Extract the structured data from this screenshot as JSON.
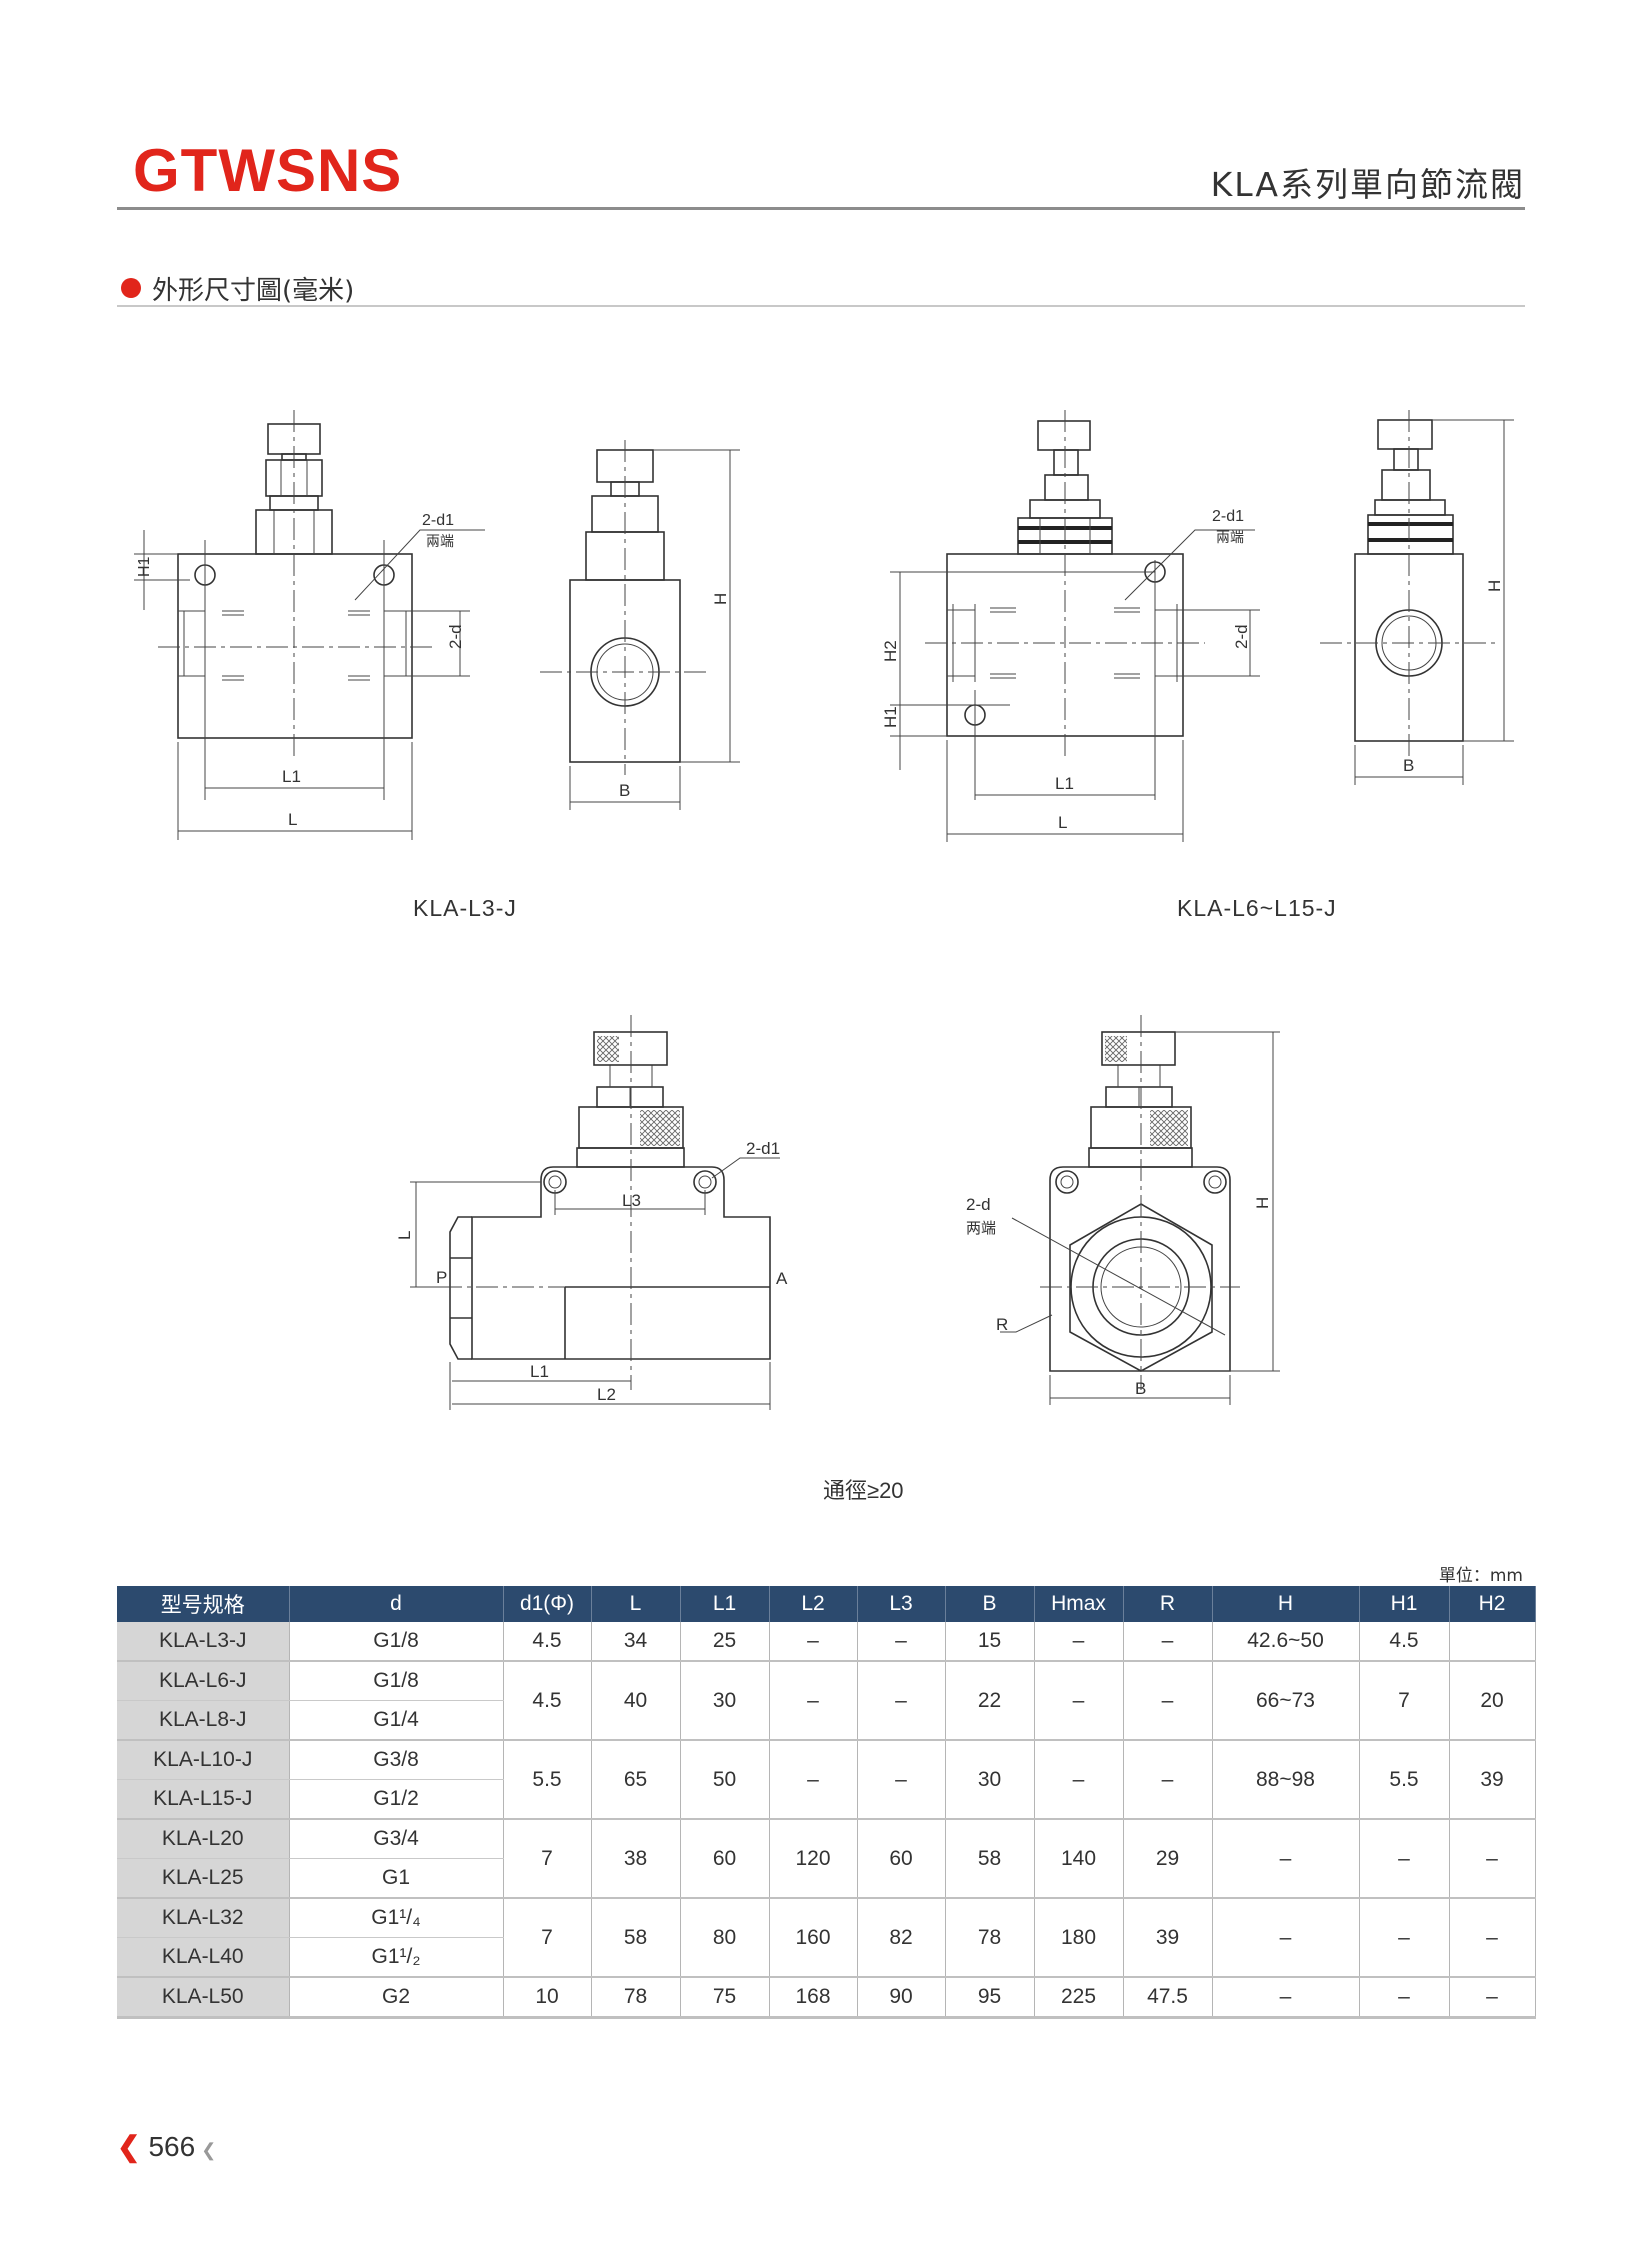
{
  "header": {
    "brand": "GTWSNS",
    "title": "KLA系列單向節流閥"
  },
  "section": {
    "title": "外形尺寸圖(毫米)"
  },
  "drawings": {
    "d1": {
      "caption": "KLA-L3-J",
      "labels": {
        "h1": "H1",
        "d1": "2-d1",
        "ends": "兩端",
        "d": "2-d",
        "l1": "L1",
        "l": "L",
        "h": "H",
        "b": "B"
      }
    },
    "d2": {
      "caption": "KLA-L6~L15-J",
      "labels": {
        "h1": "H1",
        "h2": "H2",
        "d1": "2-d1",
        "ends": "兩端",
        "d": "2-d",
        "l1": "L1",
        "l": "L",
        "h": "H",
        "b": "B"
      }
    },
    "d3": {
      "caption": "通徑≥20",
      "labels": {
        "d1": "2-d1",
        "l3": "L3",
        "l": "L",
        "p": "P",
        "a": "A",
        "l1": "L1",
        "l2": "L2",
        "d": "2-d",
        "ends": "两端",
        "r": "R",
        "h": "H",
        "b": "B"
      }
    }
  },
  "table": {
    "unit": "單位：mm",
    "headers": [
      "型号规格",
      "d",
      "d1(Φ)",
      "L",
      "L1",
      "L2",
      "L3",
      "B",
      "Hmax",
      "R",
      "H",
      "H1",
      "H2"
    ],
    "groups": [
      {
        "models": [
          [
            "KLA-L3-J",
            "G1/8"
          ]
        ],
        "values": [
          "4.5",
          "34",
          "25",
          "–",
          "–",
          "15",
          "–",
          "–",
          "42.6~50",
          "4.5",
          ""
        ]
      },
      {
        "models": [
          [
            "KLA-L6-J",
            "G1/8"
          ],
          [
            "KLA-L8-J",
            "G1/4"
          ]
        ],
        "values": [
          "4.5",
          "40",
          "30",
          "–",
          "–",
          "22",
          "–",
          "–",
          "66~73",
          "7",
          "20"
        ]
      },
      {
        "models": [
          [
            "KLA-L10-J",
            "G3/8"
          ],
          [
            "KLA-L15-J",
            "G1/2"
          ]
        ],
        "values": [
          "5.5",
          "65",
          "50",
          "–",
          "–",
          "30",
          "–",
          "–",
          "88~98",
          "5.5",
          "39"
        ]
      },
      {
        "models": [
          [
            "KLA-L20",
            "G3/4"
          ],
          [
            "KLA-L25",
            "G1"
          ]
        ],
        "values": [
          "7",
          "38",
          "60",
          "120",
          "60",
          "58",
          "140",
          "29",
          "–",
          "–",
          "–"
        ]
      },
      {
        "models": [
          [
            "KLA-L32",
            "G1¹/₄"
          ],
          [
            "KLA-L40",
            "G1¹/₂"
          ]
        ],
        "values": [
          "7",
          "58",
          "80",
          "160",
          "82",
          "78",
          "180",
          "39",
          "–",
          "–",
          "–"
        ]
      },
      {
        "models": [
          [
            "KLA-L50",
            "G2"
          ]
        ],
        "values": [
          "10",
          "78",
          "75",
          "168",
          "90",
          "95",
          "225",
          "47.5",
          "–",
          "–",
          "–"
        ]
      }
    ]
  },
  "footer": {
    "page": "566"
  },
  "colors": {
    "brand": "#e1251b",
    "table_header": "#2c4a6e",
    "model_cell": "#d6d6d6"
  }
}
